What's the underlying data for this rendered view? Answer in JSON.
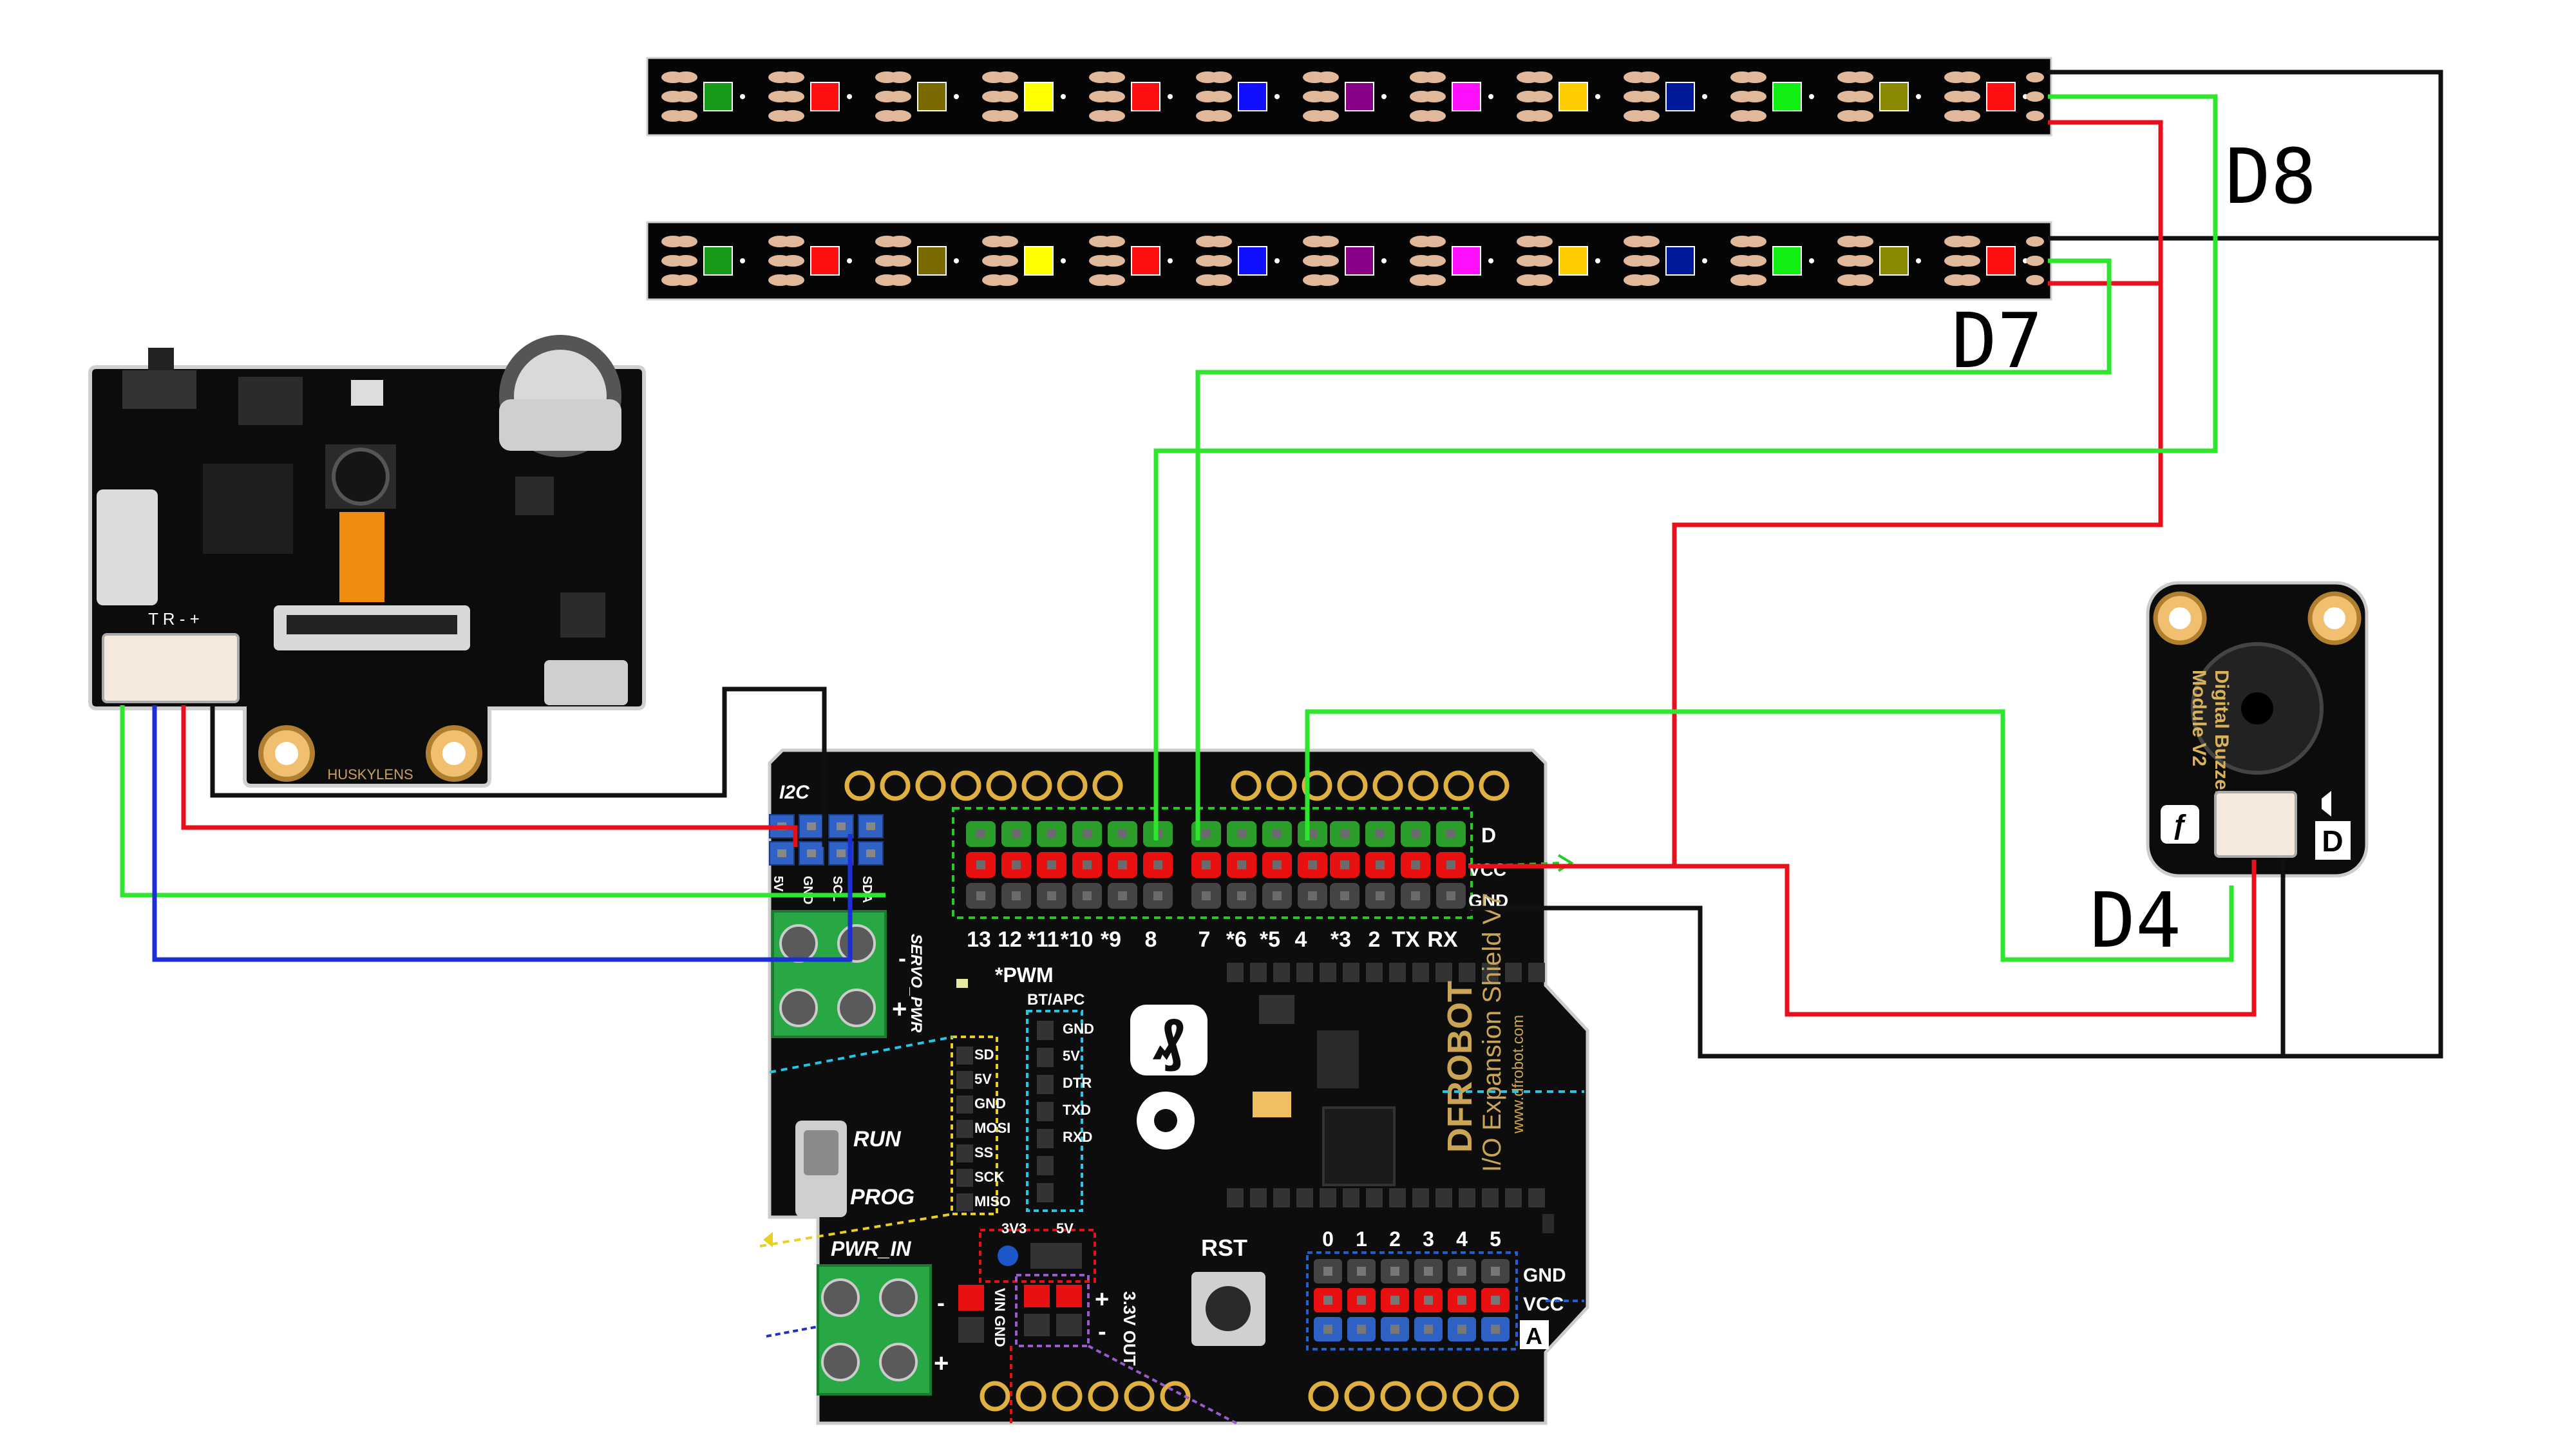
{
  "labels": {
    "d8": "D8",
    "d7": "D7",
    "d4": "D4"
  },
  "husky": {
    "brand": "HUSKYLENS",
    "pins": "T R - +"
  },
  "buzzer": {
    "title": "Digital Buzzer",
    "subtitle": "Module V2",
    "type": "D"
  },
  "shield": {
    "i2c": "I2C",
    "i2c_pins": [
      "5V",
      "GND",
      "SCL",
      "SDA"
    ],
    "servo_pwr": "SERVO_PWR",
    "pwm": "*PWM",
    "bt_apc": "BT/APC",
    "row_d": "D",
    "row_vcc": "VCC",
    "row_gnd": "GND",
    "digital_pins": [
      "13",
      "12",
      "*11",
      "*10",
      "*9",
      "8",
      "7",
      "*6",
      "*5",
      "4",
      "*3",
      "2",
      "TX",
      "RX"
    ],
    "sd_pins": [
      "SD",
      "5V",
      "GND",
      "MOSI",
      "SS",
      "SCK",
      "MISO"
    ],
    "bt_pins": [
      "GND",
      "5V",
      "DTR",
      "TXD",
      "RXD"
    ],
    "run": "RUN",
    "prog": "PROG",
    "pwr_in": "PWR_IN",
    "v33": "3V3",
    "v5": "5V",
    "vin_gnd": "VIN GND",
    "out": "3.3V OUT",
    "rst": "RST",
    "analog_pins": [
      "0",
      "1",
      "2",
      "3",
      "4",
      "5"
    ],
    "a_gnd": "GND",
    "a_vcc": "VCC",
    "a_a": "A",
    "brand": "DFROBOT",
    "model": "I/O Expansion Shield V7",
    "url": "www.dfrobot.com"
  },
  "colors": {
    "wire_black": "#111111",
    "wire_red": "#e8101a",
    "wire_green": "#2ee62e",
    "wire_blue": "#1c2fd6",
    "led": [
      "#179a17",
      "#ff1010",
      "#7a6a00",
      "#ffff00",
      "#ff1010",
      "#1010ff",
      "#880088",
      "#ff10ff",
      "#ffcc00",
      "#001a99",
      "#11ee11",
      "#8a8a00",
      "#ff1010"
    ]
  }
}
